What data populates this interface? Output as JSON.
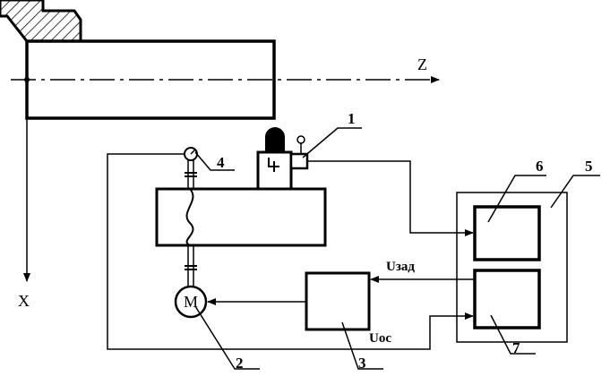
{
  "axes": {
    "z_label": "Z",
    "x_label": "X"
  },
  "motor": {
    "symbol": "M"
  },
  "signals": {
    "setpoint": "Uзад",
    "feedback": "Uос"
  },
  "callouts": {
    "n1": "1",
    "n2": "2",
    "n3": "3",
    "n4": "4",
    "n5": "5",
    "n6": "6",
    "n7": "7"
  },
  "colors": {
    "ink": "#000000",
    "paper": "#ffffff"
  }
}
